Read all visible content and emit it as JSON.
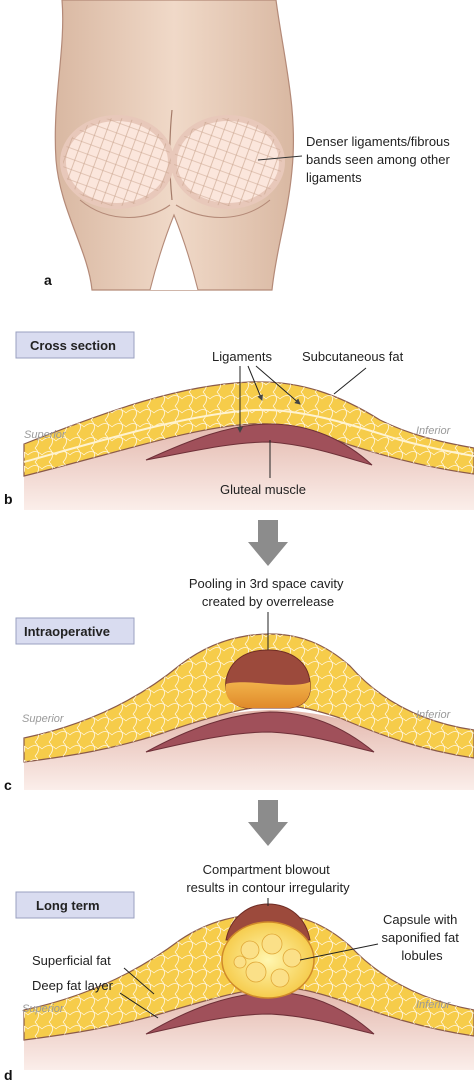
{
  "panel_a": {
    "letter": "a",
    "annotation": [
      "Denser ligaments/fibrous",
      "bands seen among other",
      "ligaments"
    ]
  },
  "panel_b": {
    "letter": "b",
    "box_title": "Cross section",
    "labels": {
      "ligaments": "Ligaments",
      "subcutaneous_fat": "Subcutaneous fat",
      "gluteal_muscle": "Gluteal muscle",
      "superior": "Superior",
      "inferior": "Inferior"
    }
  },
  "panel_c": {
    "letter": "c",
    "box_title": "Intraoperative",
    "caption": [
      "Pooling in 3rd space cavity",
      "created by overrelease"
    ],
    "labels": {
      "superior": "Superior",
      "inferior": "Inferior"
    }
  },
  "panel_d": {
    "letter": "d",
    "box_title": "Long term",
    "caption": [
      "Compartment blowout",
      "results in contour irregularity"
    ],
    "capsule": [
      "Capsule with",
      "saponified fat",
      "lobules"
    ],
    "labels": {
      "superficial_fat": "Superficial fat",
      "deep_fat_layer": "Deep fat layer",
      "superior": "Superior",
      "inferior": "Inferior"
    }
  },
  "colors": {
    "skin": "#e8cdb8",
    "skin_outline": "#b48a78",
    "fat": "#f6cc4a",
    "fat_outline": "#8a5a4a",
    "muscle": "#a0505a",
    "deep_tissue": "#dfb0a6",
    "label_box": "#d9dcf0",
    "arrow": "#8c8c8c"
  }
}
